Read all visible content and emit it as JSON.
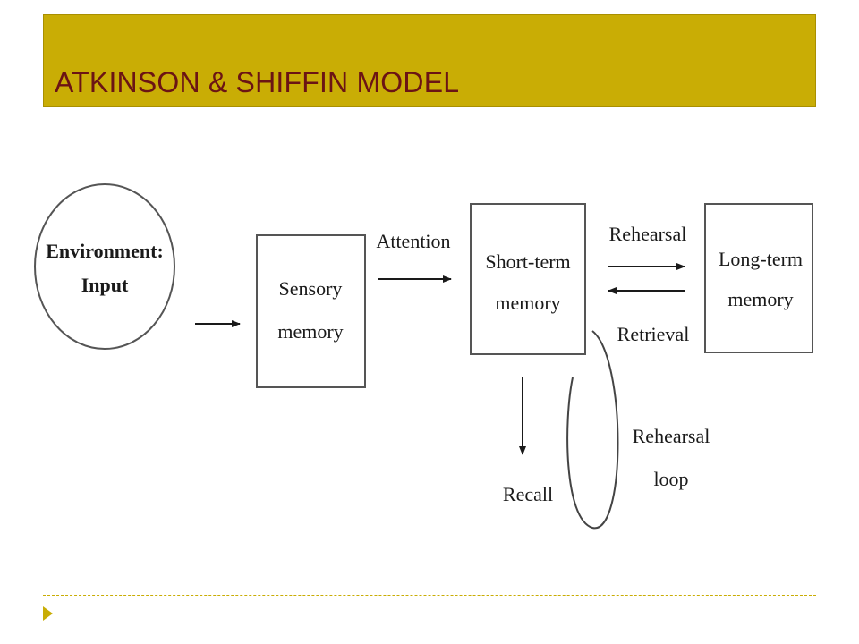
{
  "slide": {
    "title": "ATKINSON & SHIFFIN MODEL",
    "accent_color": "#c9ad05",
    "title_color": "#6b1414"
  },
  "diagram": {
    "environment": {
      "line1": "Environment:",
      "line2": "Input"
    },
    "sensory": {
      "line1": "Sensory",
      "line2": "memory"
    },
    "short_term": {
      "line1": "Short-term",
      "line2": "memory"
    },
    "long_term": {
      "line1": "Long-term",
      "line2": "memory"
    },
    "labels": {
      "attention": "Attention",
      "rehearsal": "Rehearsal",
      "retrieval": "Retrieval",
      "recall": "Recall",
      "rehearsal_loop_line1": "Rehearsal",
      "rehearsal_loop_line2": "loop"
    }
  },
  "footer": {
    "bullet_icon": "triangle-bullet-icon"
  }
}
